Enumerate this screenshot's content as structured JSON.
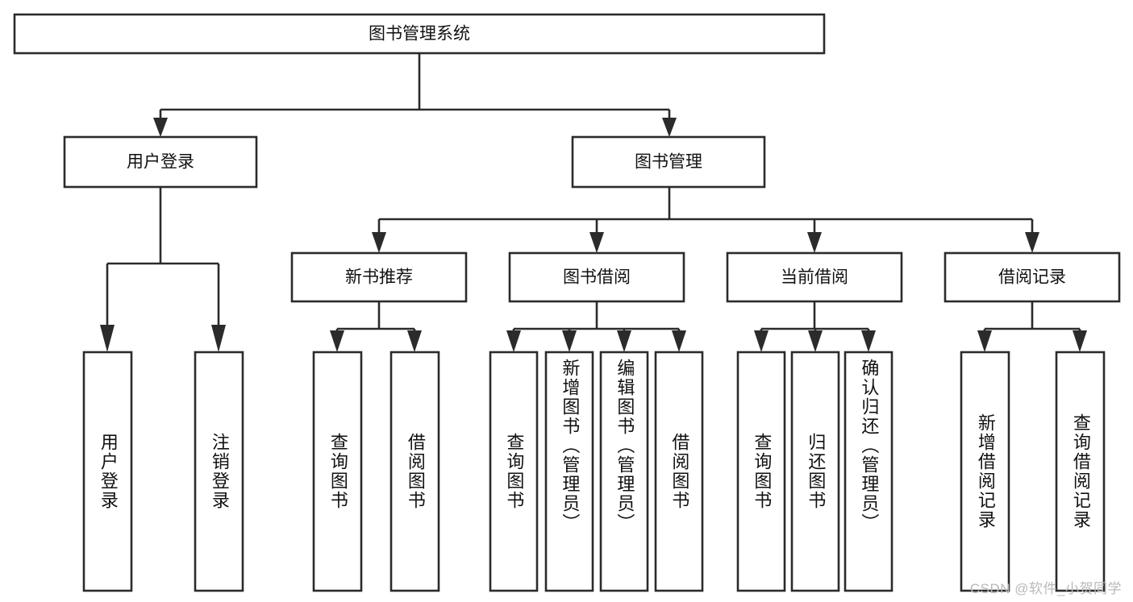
{
  "diagram": {
    "type": "tree-hierarchy",
    "title": "图书管理系统",
    "orientation": "top-down",
    "colors": {
      "stroke": "#2b2b2b",
      "fill": "#ffffff",
      "text": "#111111",
      "background": "#ffffff",
      "watermark": "#b9b9b9"
    },
    "root": {
      "label": "图书管理系统"
    },
    "level2": [
      {
        "label": "用户登录"
      },
      {
        "label": "图书管理"
      }
    ],
    "level3": [
      {
        "label": "新书推荐"
      },
      {
        "label": "图书借阅"
      },
      {
        "label": "当前借阅"
      },
      {
        "label": "借阅记录"
      }
    ],
    "leaves": {
      "user_login": [
        {
          "label": "用户登录"
        },
        {
          "label": "注销登录"
        }
      ],
      "new_book_recommend": [
        {
          "label": "查询图书"
        },
        {
          "label": "借阅图书"
        }
      ],
      "book_borrow": [
        {
          "label": "查询图书"
        },
        {
          "label": "新增图书（管理员）"
        },
        {
          "label": "编辑图书（管理员）"
        },
        {
          "label": "借阅图书"
        }
      ],
      "current_borrow": [
        {
          "label": "查询图书"
        },
        {
          "label": "归还图书"
        },
        {
          "label": "确认归还（管理员）"
        }
      ],
      "borrow_records": [
        {
          "label": "新增借阅记录"
        },
        {
          "label": "查询借阅记录"
        }
      ]
    }
  },
  "watermark": {
    "text": "CSDN @软件_小贺同学"
  }
}
